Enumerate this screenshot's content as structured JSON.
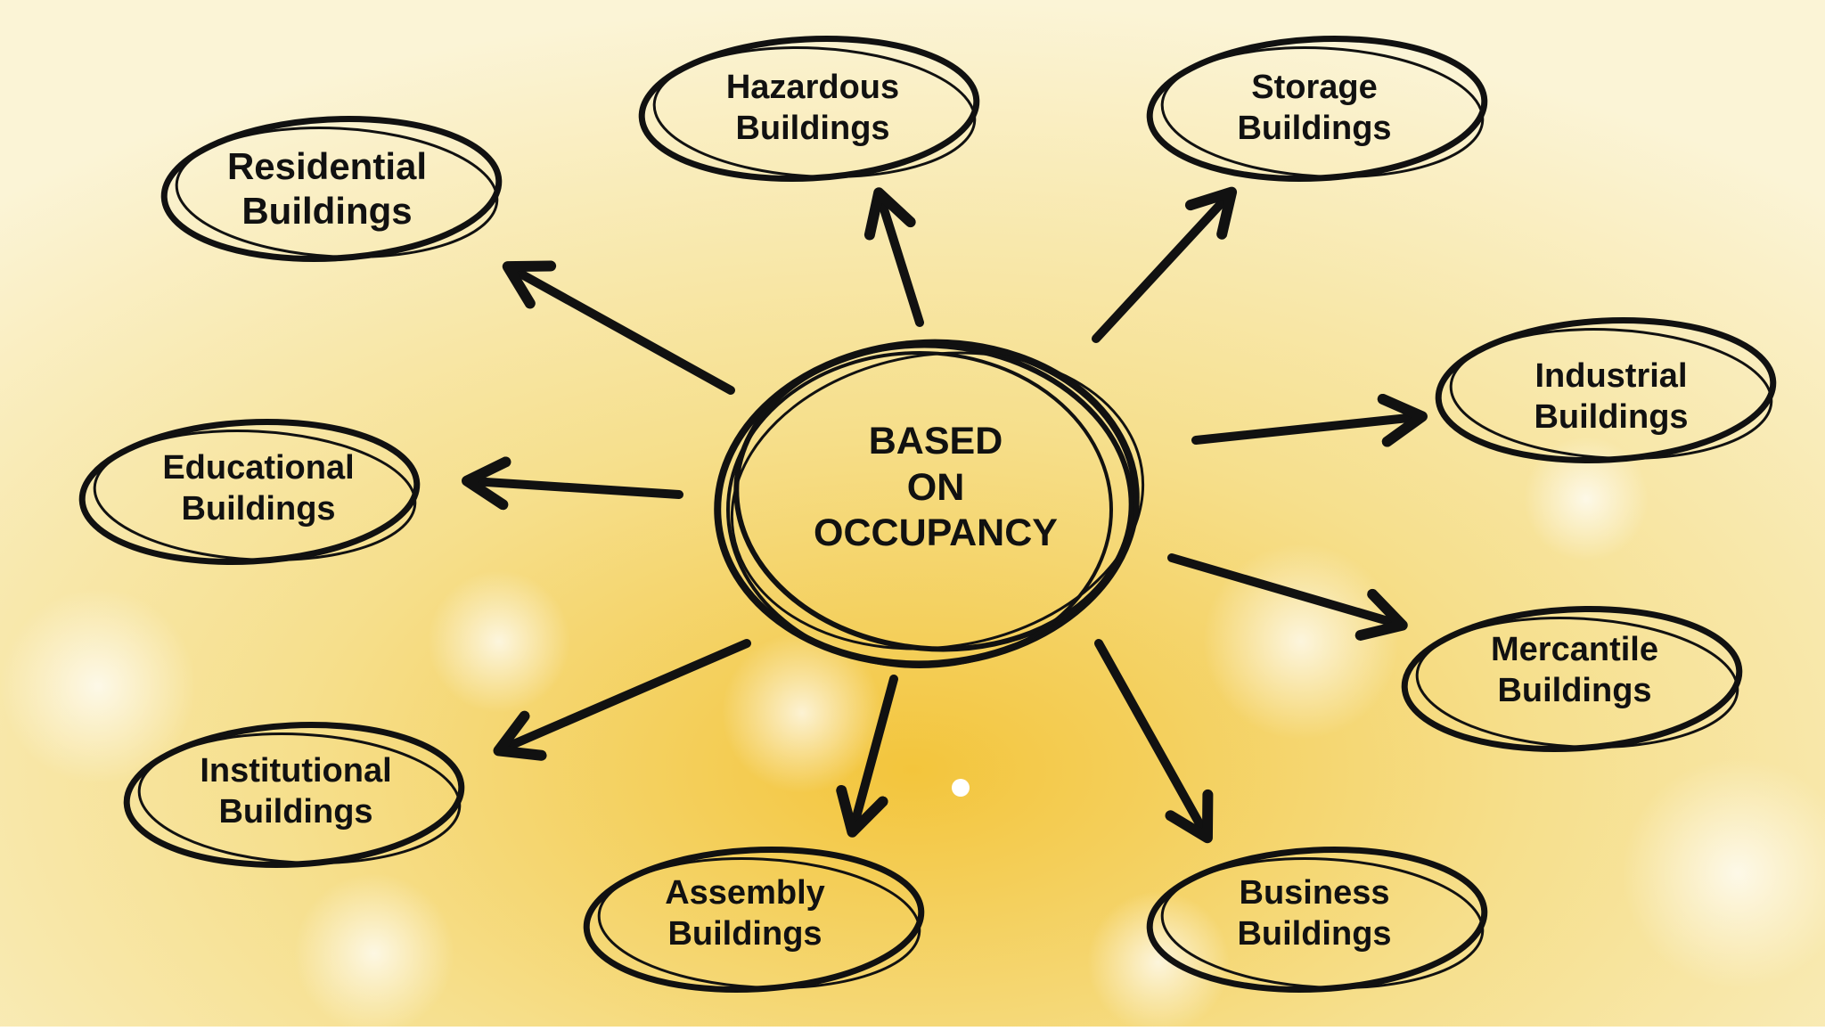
{
  "center": {
    "lines": [
      "BASED",
      "ON",
      "OCCUPANCY"
    ]
  },
  "nodes": {
    "residential": {
      "lines": [
        "Residential",
        "Buildings"
      ]
    },
    "hazardous": {
      "lines": [
        "Hazardous",
        "Buildings"
      ]
    },
    "storage": {
      "lines": [
        "Storage",
        "Buildings"
      ]
    },
    "industrial": {
      "lines": [
        "Industrial",
        "Buildings"
      ]
    },
    "educational": {
      "lines": [
        "Educational",
        "Buildings"
      ]
    },
    "mercantile": {
      "lines": [
        "Mercantile",
        "Buildings"
      ]
    },
    "institutional": {
      "lines": [
        "Institutional",
        "Buildings"
      ]
    },
    "assembly": {
      "lines": [
        "Assembly",
        "Buildings"
      ]
    },
    "business": {
      "lines": [
        "Business",
        "Buildings"
      ]
    }
  },
  "colors": {
    "ink": "#111111",
    "background": "#f6e7a8",
    "glow": "#f2c33a"
  }
}
